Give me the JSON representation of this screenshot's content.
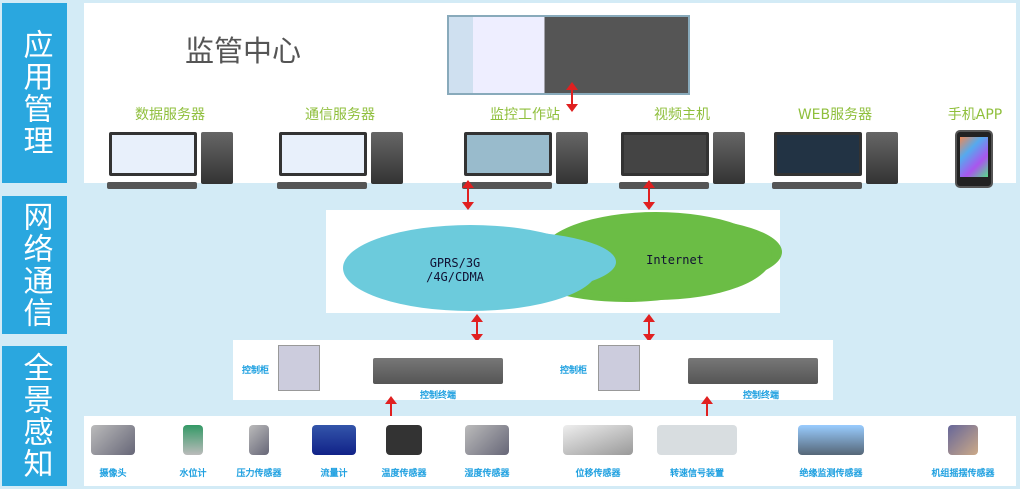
{
  "layers": [
    "应用管理",
    "网络通信",
    "全景感知"
  ],
  "center_title": "监管中心",
  "servers": [
    "数据服务器",
    "通信服务器",
    "监控工作站",
    "视频主机",
    "WEB服务器",
    "手机APP"
  ],
  "network": {
    "cloud_left": [
      "GPRS/3G",
      "/4G/CDMA"
    ],
    "cloud_right": "Internet",
    "colors": {
      "left": "#6ccbdc",
      "right": "#6bbd45"
    }
  },
  "control": {
    "cabinet": "控制柜",
    "terminal": "控制终端"
  },
  "sensors": [
    "摄像头",
    "水位计",
    "压力传感器",
    "流量计",
    "温度传感器",
    "湿度传感器",
    "位移传感器",
    "转速信号装置",
    "绝缘监测传感器",
    "机组摇摆传感器"
  ],
  "colors": {
    "layer_bar": "#2aa7df",
    "server_label": "#8fbf3c",
    "arrow": "#e02020"
  }
}
